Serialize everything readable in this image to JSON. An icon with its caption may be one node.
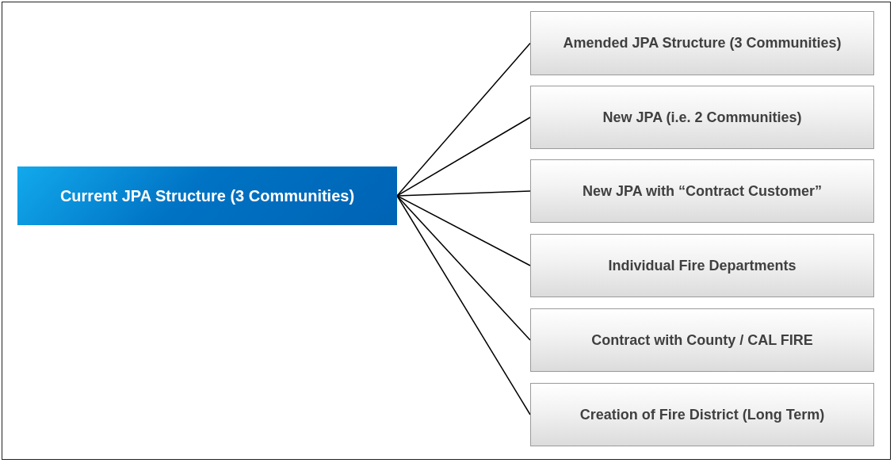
{
  "diagram": {
    "nodes": [
      {
        "text": [
          "Current JPA Structure (3 Communities)"
        ]
      },
      {
        "text": [
          "Amended JPA Structure (3 Communities)"
        ]
      },
      {
        "text": [
          "New JPA (i.e. 2 Communities)"
        ]
      },
      {
        "text": [
          "New JPA with “Contract Customer”"
        ]
      },
      {
        "text": [
          "Individual Fire Departments"
        ]
      },
      {
        "text": [
          "Contract with County / CAL FIRE"
        ]
      },
      {
        "text": [
          "Creation of Fire District (Long Term)"
        ]
      }
    ],
    "edges": [
      {
        "from": 0,
        "to": 1,
        "arrow": "none"
      },
      {
        "from": 0,
        "to": 2,
        "arrow": "none"
      },
      {
        "from": 0,
        "to": 3,
        "arrow": "none"
      },
      {
        "from": 0,
        "to": 4,
        "arrow": "none"
      },
      {
        "from": 0,
        "to": 5,
        "arrow": "none"
      },
      {
        "from": 0,
        "to": 6,
        "arrow": "none"
      }
    ]
  }
}
